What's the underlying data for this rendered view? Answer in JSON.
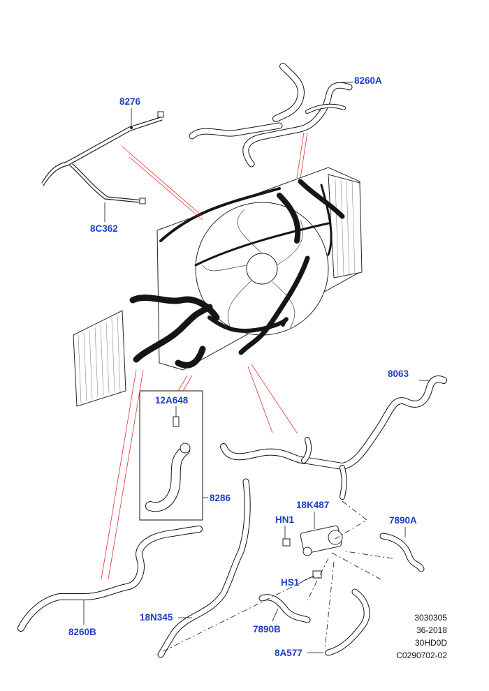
{
  "parts": {
    "p8276": "8276",
    "p8260A": "8260A",
    "p8C362": "8C362",
    "p8063": "8063",
    "p12A648": "12A648",
    "p8286": "8286",
    "p18K487": "18K487",
    "pHN1": "HN1",
    "p7890A": "7890A",
    "pHS1": "HS1",
    "p18N345": "18N345",
    "p7890B": "7890B",
    "p8260B": "8260B",
    "p8A577": "8A577"
  },
  "reference": {
    "line1": "3030305",
    "line2": "36-2018",
    "line3": "30HD0D",
    "line4": "C0290702-02"
  },
  "colors": {
    "label": "#1f3fbf",
    "leader_red": "#e03030",
    "hose": "#151515"
  }
}
